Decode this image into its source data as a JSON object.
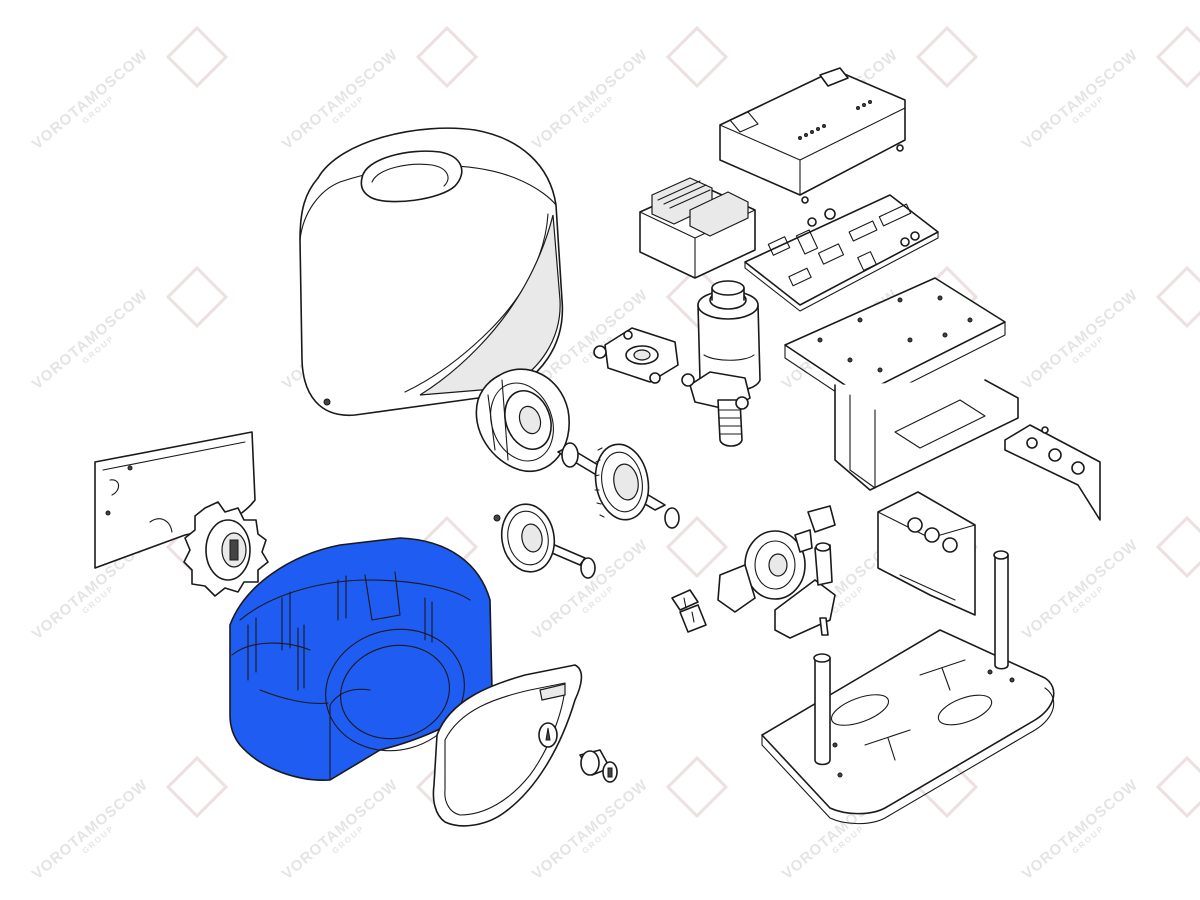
{
  "watermark": {
    "text": "VOROTAMOSCOW",
    "subtext": "GROUP",
    "color": "#b5b5b5"
  },
  "highlight": {
    "part": "housing-base",
    "color": "#1f5cf2"
  },
  "parts": [
    "cover",
    "control-board-cover",
    "transformer",
    "control-board",
    "board-bracket",
    "motor",
    "motor-flange",
    "encoder-disc",
    "gear-shaft-large",
    "gear-shaft-small",
    "side-panel",
    "pinion-gear",
    "housing-base",
    "release-door",
    "key-lock",
    "limit-switch",
    "limit-clips",
    "release-lever",
    "terminal-bracket",
    "cable-plate",
    "mounting-base"
  ]
}
